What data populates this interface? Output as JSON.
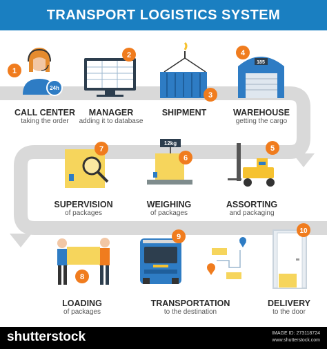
{
  "title": "TRANSPORT LOGISTICS SYSTEM",
  "colors": {
    "banner": "#1a7fc1",
    "badge": "#f07c1e",
    "track": "#d9d9d9",
    "boxes": "#f6d55c",
    "blue": "#2e7cc4"
  },
  "steps": [
    {
      "num": "1",
      "title": "CALL CENTER",
      "subtitle": "taking the order",
      "icon": "headset-operator-icon"
    },
    {
      "num": "2",
      "title": "MANAGER",
      "subtitle": "adding it to database",
      "icon": "monitor-database-icon"
    },
    {
      "num": "3",
      "title": "SHIPMENT",
      "subtitle": "",
      "icon": "crane-container-icon"
    },
    {
      "num": "4",
      "title": "WAREHOUSE",
      "subtitle": "getting the cargo",
      "icon": "warehouse-icon"
    },
    {
      "num": "5",
      "title": "ASSORTING",
      "subtitle": "and packaging",
      "icon": "forklift-icon"
    },
    {
      "num": "6",
      "title": "WEIGHING",
      "subtitle": "of packages",
      "icon": "scale-icon"
    },
    {
      "num": "7",
      "title": "SUPERVISION",
      "subtitle": "of packages",
      "icon": "magnifier-box-icon"
    },
    {
      "num": "8",
      "title": "LOADING",
      "subtitle": "of packages",
      "icon": "workers-box-icon"
    },
    {
      "num": "9",
      "title": "TRANSPORTATION",
      "subtitle": "to the destination",
      "icon": "truck-icon"
    },
    {
      "num": "10",
      "title": "DELIVERY",
      "subtitle": "to the door",
      "icon": "door-package-icon"
    }
  ],
  "badges": {
    "24h": "24h",
    "weight": "12kg",
    "warehouse_no": "185"
  },
  "footer": {
    "brand": "shutterstock",
    "image_id": "IMAGE ID: 273118724",
    "site": "www.shutterstock.com"
  }
}
